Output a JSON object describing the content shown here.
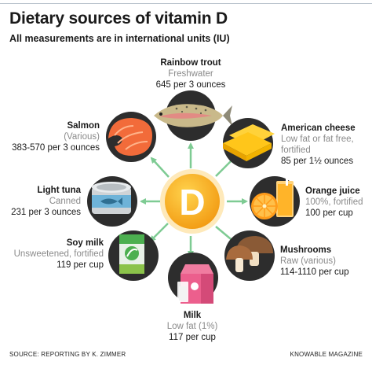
{
  "title": "Dietary sources of vitamin D",
  "subtitle": "All measurements are in international units (IU)",
  "center_letter": "D",
  "colors": {
    "arrow": "#7ecb93",
    "circle": "#2d2d2d",
    "center": "#f6a623"
  },
  "sources": [
    {
      "name": "Rainbow trout",
      "detail": "Freshwater",
      "value": "645 per 3 ounces",
      "icon": "trout-icon"
    },
    {
      "name": "American cheese",
      "detail": "Low fat or fat free, fortified",
      "detail_lines": [
        "Low fat or fat free,",
        "fortified"
      ],
      "value": "85 per 1½ ounces",
      "icon": "cheese-icon"
    },
    {
      "name": "Orange juice",
      "detail": "100%, fortified",
      "value": "100 per cup",
      "icon": "orange-juice-icon"
    },
    {
      "name": "Mushrooms",
      "detail": "Raw (various)",
      "value": "114-1110 per cup",
      "icon": "mushroom-icon"
    },
    {
      "name": "Milk",
      "detail": "Low fat (1%)",
      "value": "117 per cup",
      "icon": "milk-carton-icon"
    },
    {
      "name": "Soy milk",
      "detail": "Unsweetened, fortified",
      "value": "119 per cup",
      "icon": "soy-milk-icon"
    },
    {
      "name": "Light tuna",
      "detail": "Canned",
      "value": "231 per 3 ounces",
      "icon": "tuna-can-icon"
    },
    {
      "name": "Salmon",
      "detail": "(Various)",
      "value": "383-570 per 3 ounces",
      "icon": "salmon-steak-icon"
    }
  ],
  "footer": {
    "source": "SOURCE: REPORTING BY K. ZIMMER",
    "credit": "KNOWABLE MAGAZINE"
  }
}
